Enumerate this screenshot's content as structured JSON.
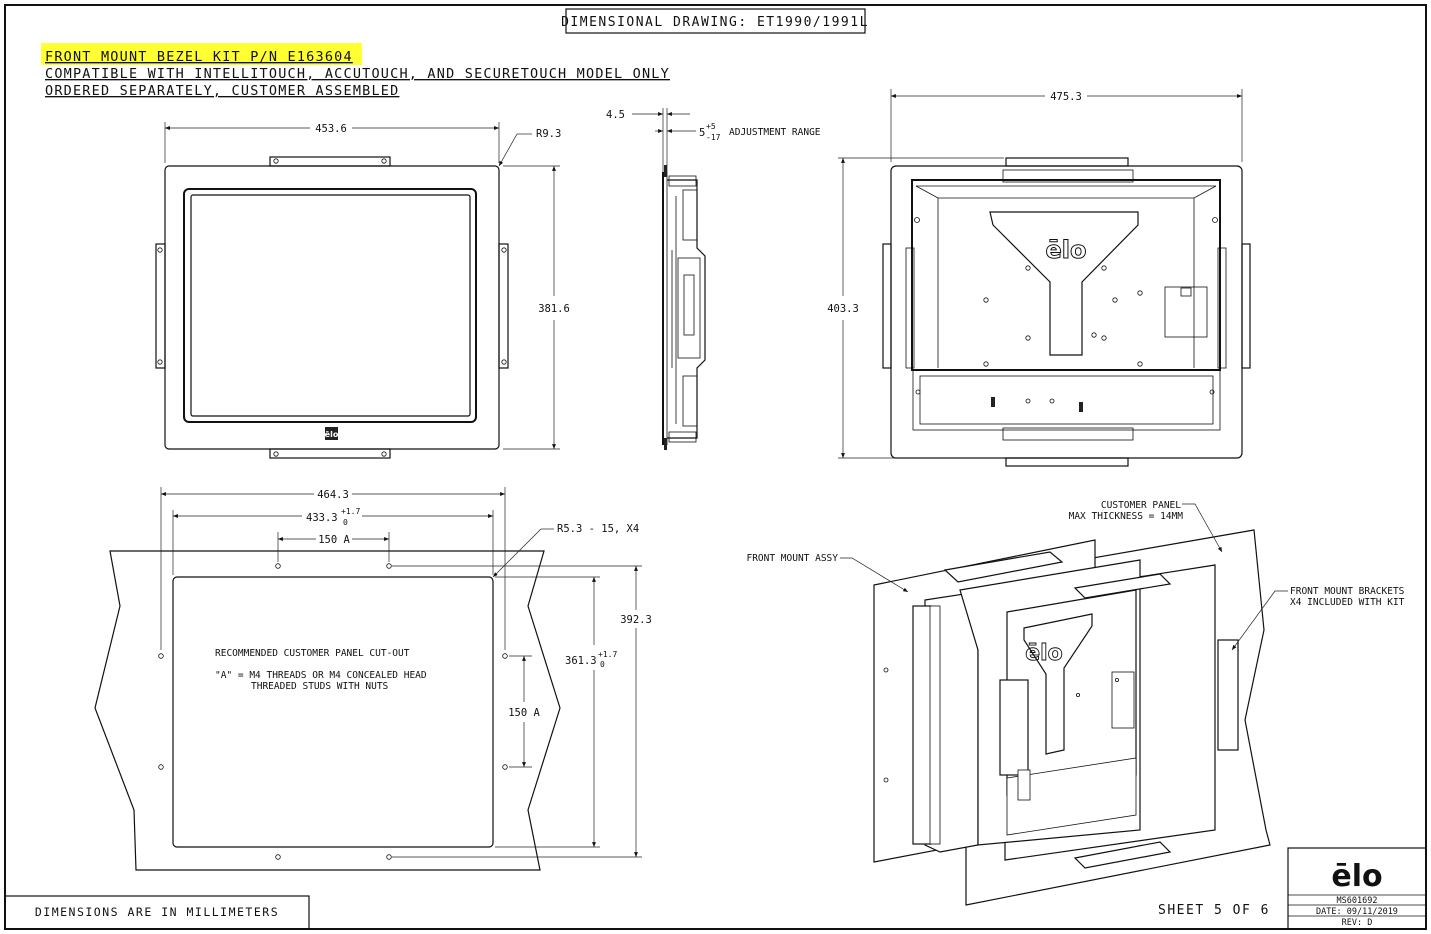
{
  "title": "DIMENSIONAL DRAWING: ET1990/1991L",
  "notes": {
    "line1": "FRONT MOUNT BEZEL KIT P/N E163604",
    "line2": "COMPATIBLE WITH INTELLITOUCH, ACCUTOUCH, AND SECURETOUCH MODEL ONLY",
    "line3": "ORDERED SEPARATELY, CUSTOMER ASSEMBLED",
    "highlight_color": "#ffff33"
  },
  "front_view": {
    "width": "453.6",
    "height": "381.6",
    "radius": "R9.3",
    "logo": "ēlo"
  },
  "side_view": {
    "thickness": "4.5",
    "adjust_base": "5",
    "adjust_plus": "+5",
    "adjust_minus": "-17",
    "adjust_label": "ADJUSTMENT RANGE"
  },
  "rear_view": {
    "width": "475.3",
    "height": "403.3",
    "logo": "ēlo"
  },
  "cutout_view": {
    "outer_width": "464.3",
    "inner_width_base": "433.3",
    "inner_width_plus": "+1.7",
    "inner_width_minus": "0",
    "spacing_top": "150 A",
    "corner": "R5.3 - 15, X4",
    "outer_height": "392.3",
    "inner_height_base": "361.3",
    "inner_height_plus": "+1.7",
    "inner_height_minus": "0",
    "spacing_side": "150 A",
    "note_title": "RECOMMENDED CUSTOMER PANEL CUT-OUT",
    "note_line1": "\"A\" = M4 THREADS OR M4 CONCEALED HEAD",
    "note_line2": "THREADED STUDS WITH NUTS"
  },
  "iso_view": {
    "panel_label1": "CUSTOMER PANEL",
    "panel_label2": "MAX THICKNESS = 14MM",
    "assy_label": "FRONT MOUNT ASSY",
    "bracket_label1": "FRONT MOUNT BRACKETS",
    "bracket_label2": "X4 INCLUDED WITH KIT",
    "logo": "ēlo"
  },
  "footer": {
    "units": "DIMENSIONS ARE IN MILLIMETERS",
    "sheet": "SHEET 5 OF 6"
  },
  "title_block": {
    "logo": "ēlo",
    "doc_no": "MS601692",
    "date": "DATE: 09/11/2019",
    "rev": "REV: D"
  }
}
